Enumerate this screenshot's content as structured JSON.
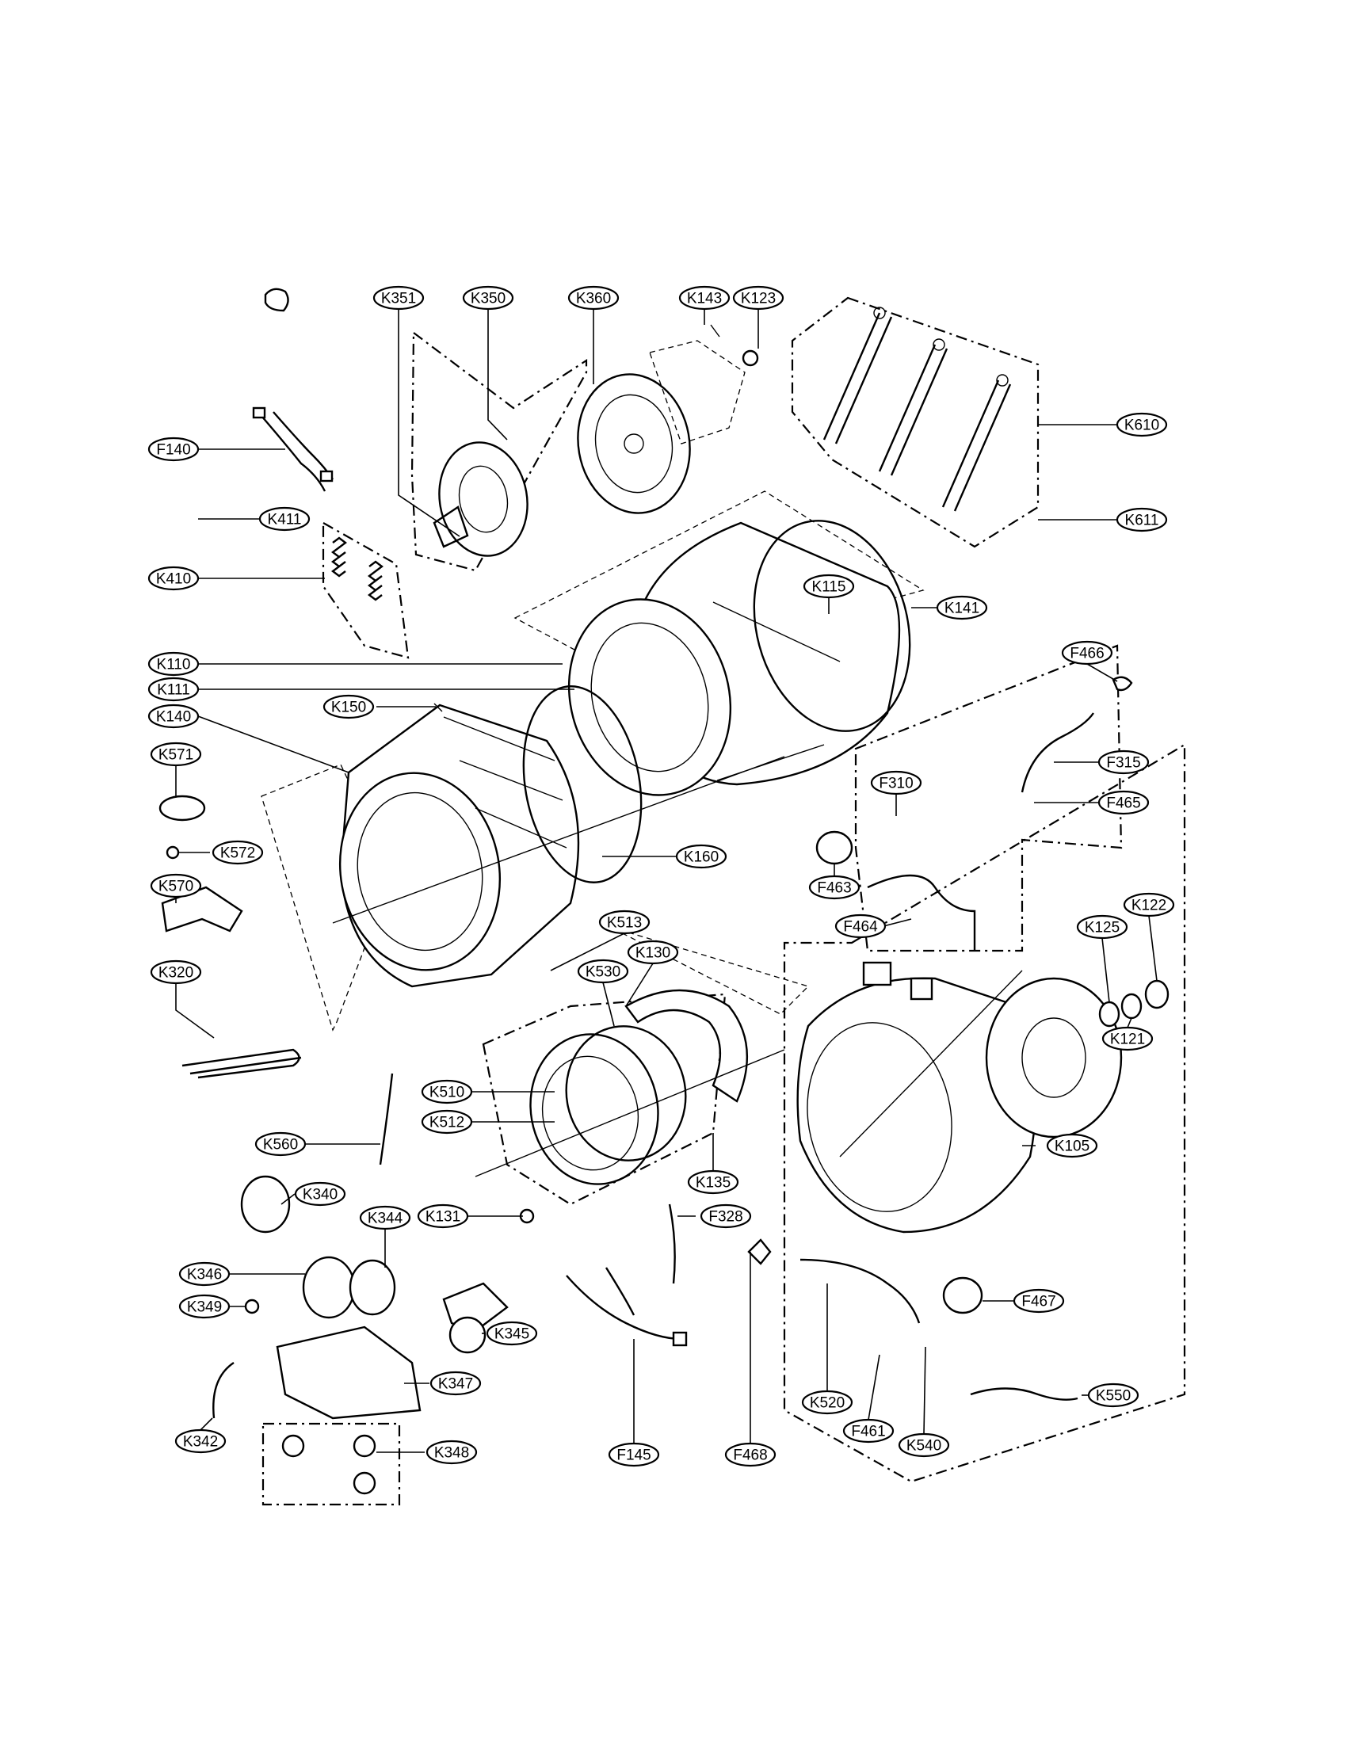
{
  "callouts": [
    "K351",
    "K350",
    "K360",
    "K143",
    "K123",
    "K610",
    "F140",
    "K411",
    "K611",
    "K410",
    "K115",
    "K141",
    "F466",
    "K110",
    "K111",
    "K150",
    "K140",
    "K571",
    "K572",
    "K160",
    "K570",
    "F315",
    "F310",
    "F465",
    "F463",
    "F464",
    "K513",
    "K130",
    "K125",
    "K122",
    "K530",
    "K320",
    "K121",
    "K510",
    "K512",
    "K560",
    "K135",
    "K105",
    "K340",
    "K344",
    "K131",
    "F328",
    "K346",
    "K349",
    "K345",
    "F467",
    "K347",
    "K520",
    "F461",
    "K550",
    "K342",
    "K540",
    "K348",
    "F145",
    "F468"
  ]
}
